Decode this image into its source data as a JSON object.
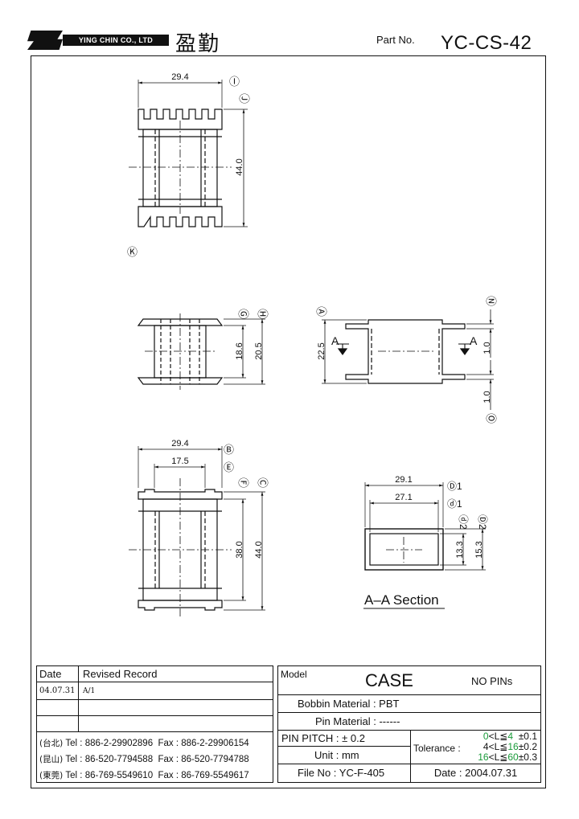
{
  "header": {
    "company": "YING CHIN CO., LTD",
    "company_cjk": "盈勤",
    "part_no_label": "Part No.",
    "part_no": "YC-CS-42"
  },
  "drawing": {
    "top_view": {
      "width": "29.4",
      "height": "44.0",
      "ref_width": "Ⓘ",
      "ref_height": "Ⓙ",
      "ref_k": "Ⓚ"
    },
    "side_view": {
      "d1": "18.6",
      "d2": "20.5",
      "ref_g": "Ⓖ",
      "ref_h": "Ⓗ"
    },
    "section_view": {
      "height": "22.5",
      "flange1": "1.0",
      "flange2": "1.0",
      "arrow_label": "A",
      "ref_a": "Ⓐ",
      "ref_n": "Ⓝ",
      "ref_o": "Ⓞ"
    },
    "bottom_view": {
      "width": "29.4",
      "inner": "17.5",
      "d1": "38.0",
      "d2": "44.0",
      "ref_b": "Ⓑ",
      "ref_e": "Ⓔ",
      "ref_f": "Ⓕ",
      "ref_c": "Ⓒ"
    },
    "aa_section": {
      "outer_w": "29.1",
      "inner_w": "27.1",
      "inner_h": "13.3",
      "outer_h": "15.3",
      "ref_d1": "Ⓓ1",
      "ref_d1s": "ⓓ1",
      "ref_d2s": "ⓓ2",
      "ref_d2": "Ⓓ2",
      "caption": "A–A  Section"
    }
  },
  "revision": {
    "col_date": "Date",
    "col_record": "Revised  Record",
    "rows": [
      {
        "date": "04.07.31",
        "record": "A/1"
      },
      {
        "date": "",
        "record": ""
      },
      {
        "date": "",
        "record": ""
      }
    ]
  },
  "contacts": [
    {
      "loc": "(台北)",
      "tel": "Tel : 886-2-29902896",
      "fax": "Fax : 886-2-29906154"
    },
    {
      "loc": "(昆山)",
      "tel": "Tel : 86-520-7794588",
      "fax": "Fax : 86-520-7794788"
    },
    {
      "loc": "(東莞)",
      "tel": "Tel : 86-769-5549610",
      "fax": "Fax : 86-769-5549617"
    }
  ],
  "spec": {
    "model_label": "Model",
    "model": "CASE",
    "pins": "NO PINs",
    "bobbin_material": "Bobbin  Material : PBT",
    "pin_material": "Pin  Material : ------",
    "pin_pitch": "PIN  PITCH : ± 0.2",
    "unit": "Unit : mm",
    "file_no": "File  No : YC-F-405",
    "tolerance_label": "Tolerance :",
    "tol": [
      {
        "range_a": "0",
        "op": "<L≦",
        "range_b": "4",
        "val": "±0.1"
      },
      {
        "range_a": "4",
        "op": "<L≦",
        "range_b": "16",
        "val": "±0.2"
      },
      {
        "range_a": "16",
        "op": "<L≦",
        "range_b": "60",
        "val": "±0.3"
      }
    ],
    "date": "Date : 2004.07.31"
  }
}
